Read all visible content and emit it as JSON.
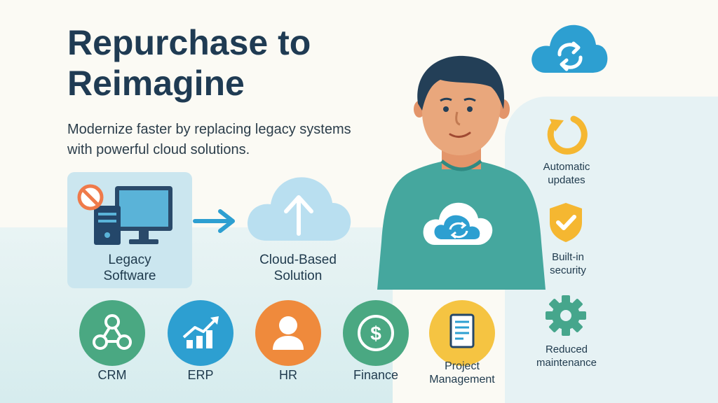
{
  "title_line1": "Repurchase to",
  "title_line2": "Reimagine",
  "subtitle_line1": "Modernize faster by replacing legacy systems",
  "subtitle_line2": "with powerful cloud solutions.",
  "legacy": {
    "line1": "Legacy",
    "line2": "Software"
  },
  "cloud": {
    "line1": "Cloud-Based",
    "line2": "Solution"
  },
  "apps": [
    {
      "label": "CRM",
      "icon": "network-icon",
      "color": "#4aa882"
    },
    {
      "label": "ERP",
      "icon": "growth-chart-icon",
      "color": "#2d9fd1"
    },
    {
      "label": "HR",
      "icon": "person-icon",
      "color": "#ef8a3c"
    },
    {
      "label": "Finance",
      "icon": "dollar-icon",
      "color": "#4aa882"
    },
    {
      "label_line1": "Project",
      "label_line2": "Management",
      "icon": "document-icon",
      "color": "#f5c442"
    }
  ],
  "features": [
    {
      "line1": "Automatic",
      "line2": "updates",
      "icon": "refresh-icon",
      "color": "#f5b731"
    },
    {
      "line1": "Built-in",
      "line2": "security",
      "icon": "shield-check-icon",
      "color": "#f5b731"
    },
    {
      "line1": "Reduced",
      "line2": "maintenance",
      "icon": "gear-icon",
      "color": "#46a68c"
    }
  ],
  "colors": {
    "title": "#1f3b53",
    "accent_blue": "#2d9fd1",
    "teal": "#4aa882",
    "orange": "#ef8a3c",
    "yellow": "#f5c442"
  }
}
